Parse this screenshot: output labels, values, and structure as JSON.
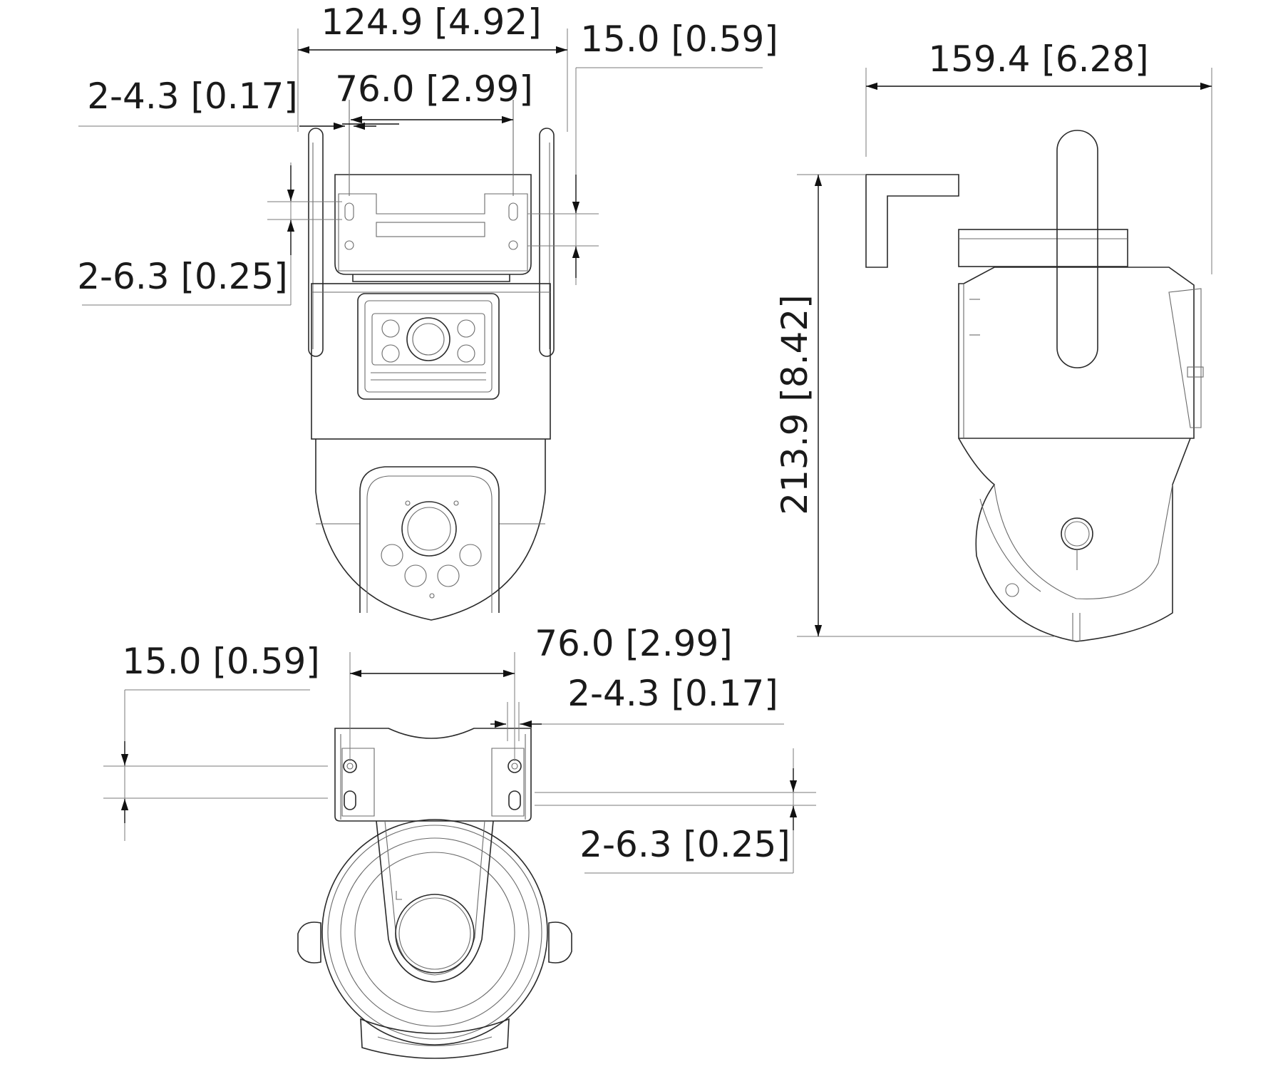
{
  "dimensions": {
    "front_width": "124.9 [4.92]",
    "front_flange": "15.0 [0.59]",
    "front_hole_spacing": "76.0 [2.99]",
    "front_hole_dia": "2-4.3 [0.17]",
    "front_slot": "2-6.3 [0.25]",
    "side_depth": "159.4 [6.28]",
    "side_height": "213.9 [8.42]",
    "bottom_flange": "15.0 [0.59]",
    "bottom_hole_spacing": "76.0 [2.99]",
    "bottom_hole_dia": "2-4.3 [0.17]",
    "bottom_slot": "2-6.3 [0.25]"
  },
  "colors": {
    "line": "#2a2a2a",
    "text": "#1a1a1a",
    "background": "#ffffff"
  }
}
